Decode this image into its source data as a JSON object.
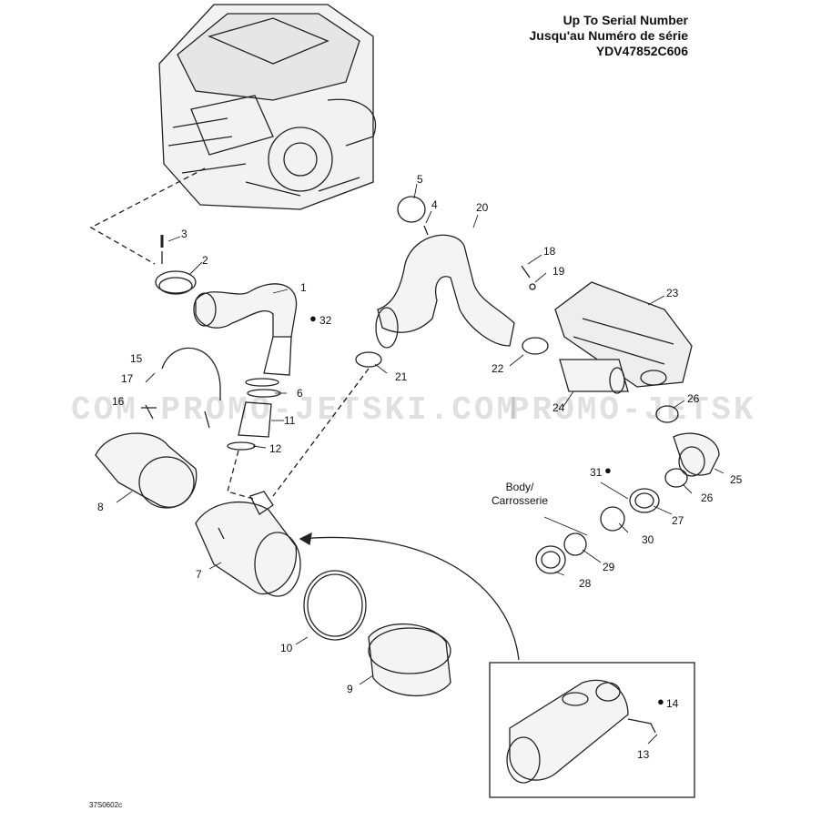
{
  "header": {
    "line1": "Up To Serial Number",
    "line2": "Jusqu'au Numéro de série",
    "line3": "YDV47852C606"
  },
  "watermark": {
    "left": "COM PROMO-JETSKI.COM",
    "right": "PROMO-JETSK"
  },
  "body_note": {
    "line1": "Body/",
    "line2": "Carrosserie"
  },
  "figure_code": "37S0602c",
  "callouts": {
    "n1": "1",
    "n2": "2",
    "n3": "3",
    "n4": "4",
    "n5": "5",
    "n6": "6",
    "n7": "7",
    "n8": "8",
    "n9": "9",
    "n10": "10",
    "n11": "11",
    "n12": "12",
    "n13": "13",
    "n14": "14",
    "n15": "15",
    "n16": "16",
    "n17": "17",
    "n18": "18",
    "n19": "19",
    "n20": "20",
    "n21": "21",
    "n22": "22",
    "n23": "23",
    "n24": "24",
    "n25": "25",
    "n26a": "26",
    "n26b": "26",
    "n27": "27",
    "n28": "28",
    "n29": "29",
    "n30": "30",
    "n31": "31",
    "n32": "32"
  }
}
